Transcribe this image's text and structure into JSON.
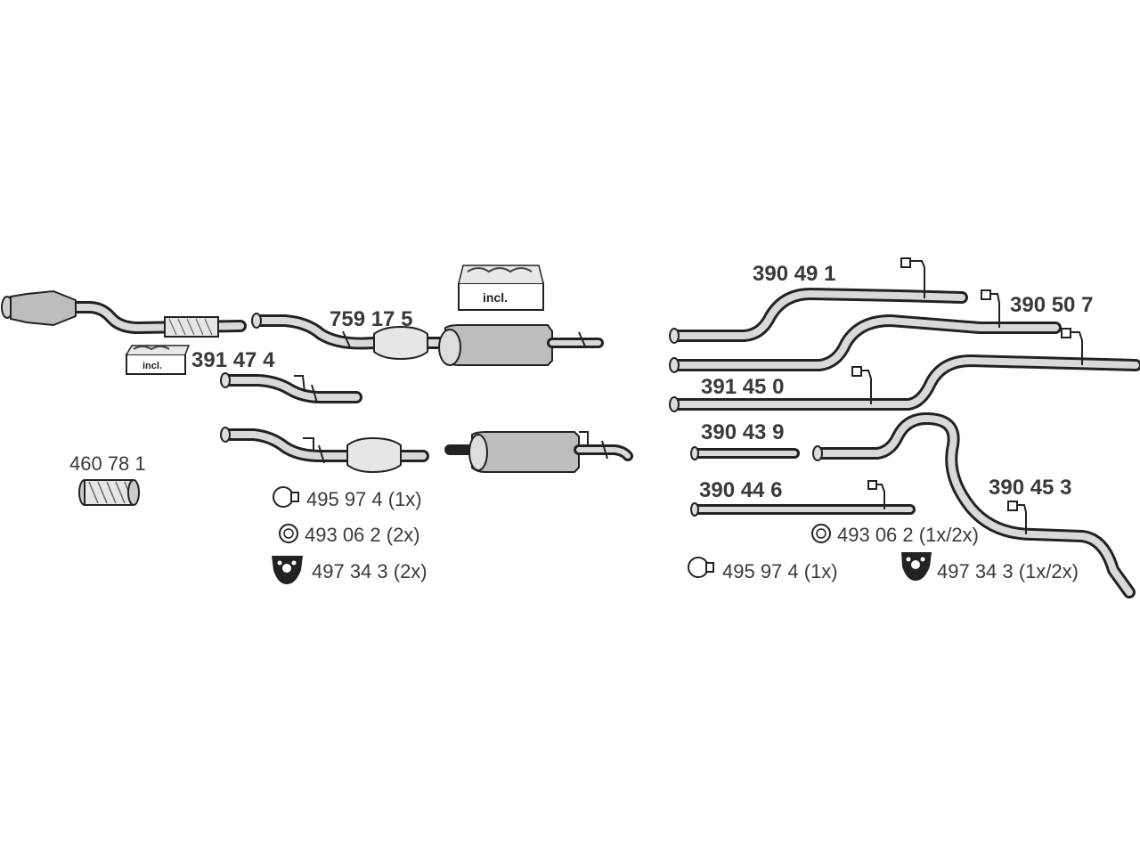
{
  "parts": {
    "p759175": "759 17 5",
    "p391474": "391 47 4",
    "p460781": "460 78 1",
    "p390491": "390 49 1",
    "p390507": "390 50 7",
    "p391450": "391 45 0",
    "p390439": "390 43 9",
    "p390446": "390 44 6",
    "p390453": "390 45 3"
  },
  "incl_label": "incl.",
  "hardware_left": {
    "clamp": "495 97 4 (1x)",
    "ring": "493 06 2 (2x)",
    "hanger": "497 34 3  (2x)"
  },
  "hardware_right": {
    "ring": "493 06 2 (1x/2x)",
    "clamp": "495 97 4  (1x)",
    "hanger": "497 34 3  (1x/2x)"
  }
}
